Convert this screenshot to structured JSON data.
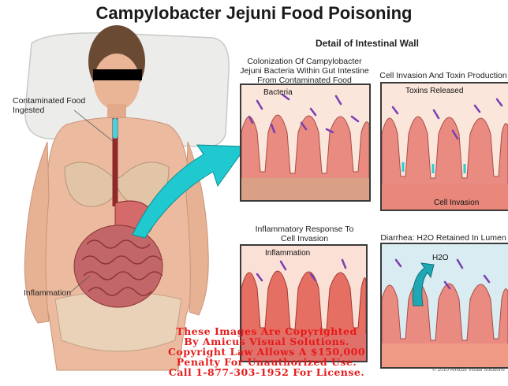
{
  "title": "Campylobacter Jejuni Food Poisoning",
  "subtitle": "Detail of Intestinal Wall",
  "body_labels": {
    "food": "Contaminated Food\nIngested",
    "inflammation": "Inflammation"
  },
  "panels": [
    {
      "caption": "Colonization Of Campylobacter\nJejuni Bacteria Within Gut Intestine\nFrom Contaminated Food",
      "labels": [
        "Bacteria"
      ]
    },
    {
      "caption": "Cell Invasion And Toxin Production",
      "labels": [
        "Toxins Released",
        "Cell Invasion"
      ]
    },
    {
      "caption": "Inflammatory Response To\nCell Invasion",
      "labels": [
        "Inflammation"
      ]
    },
    {
      "caption": "Diarrhea: H2O Retained In Lumen",
      "labels": [
        "H2O"
      ]
    }
  ],
  "watermark": [
    "These Images Are Copyrighted",
    "By Amicus Visual Solutions.",
    "Copyright Law Allows A $150,000",
    "Penalty For Unauthorized Use.",
    "Call 1-877-303-1952 For License."
  ],
  "copyright_small": "© 2010 Amicus Visual Solutions",
  "colors": {
    "arrow": "#1fc9cf",
    "tissue": "#e98b80",
    "bacteria": "#7a3fb0",
    "watermark": "#e51b1b"
  }
}
